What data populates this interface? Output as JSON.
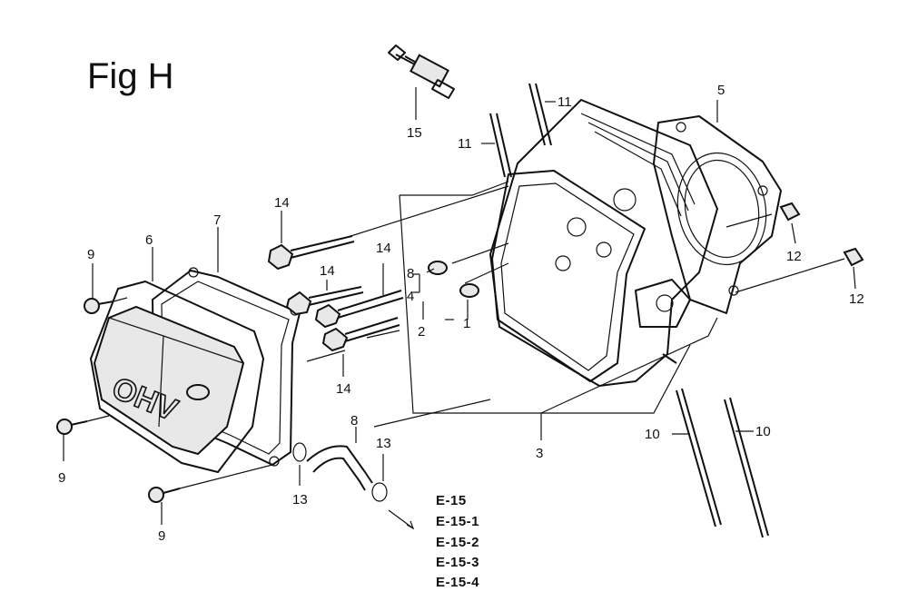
{
  "figure": {
    "title": "Fig H"
  },
  "callouts": {
    "c1": "1",
    "c2": "2",
    "c3": "3",
    "c4": "4",
    "c5": "5",
    "c6": "6",
    "c7": "7",
    "c8a": "8",
    "c8b": "8",
    "c9a": "9",
    "c9b": "9",
    "c9c": "9",
    "c10a": "10",
    "c10b": "10",
    "c11a": "11",
    "c11b": "11",
    "c12a": "12",
    "c12b": "12",
    "c13a": "13",
    "c13b": "13",
    "c14a": "14",
    "c14b": "14",
    "c14c": "14",
    "c14d": "14",
    "c15": "15"
  },
  "cover_emboss": "OHV",
  "references": [
    "E-15",
    "E-15-1",
    "E-15-2",
    "E-15-3",
    "E-15-4"
  ]
}
